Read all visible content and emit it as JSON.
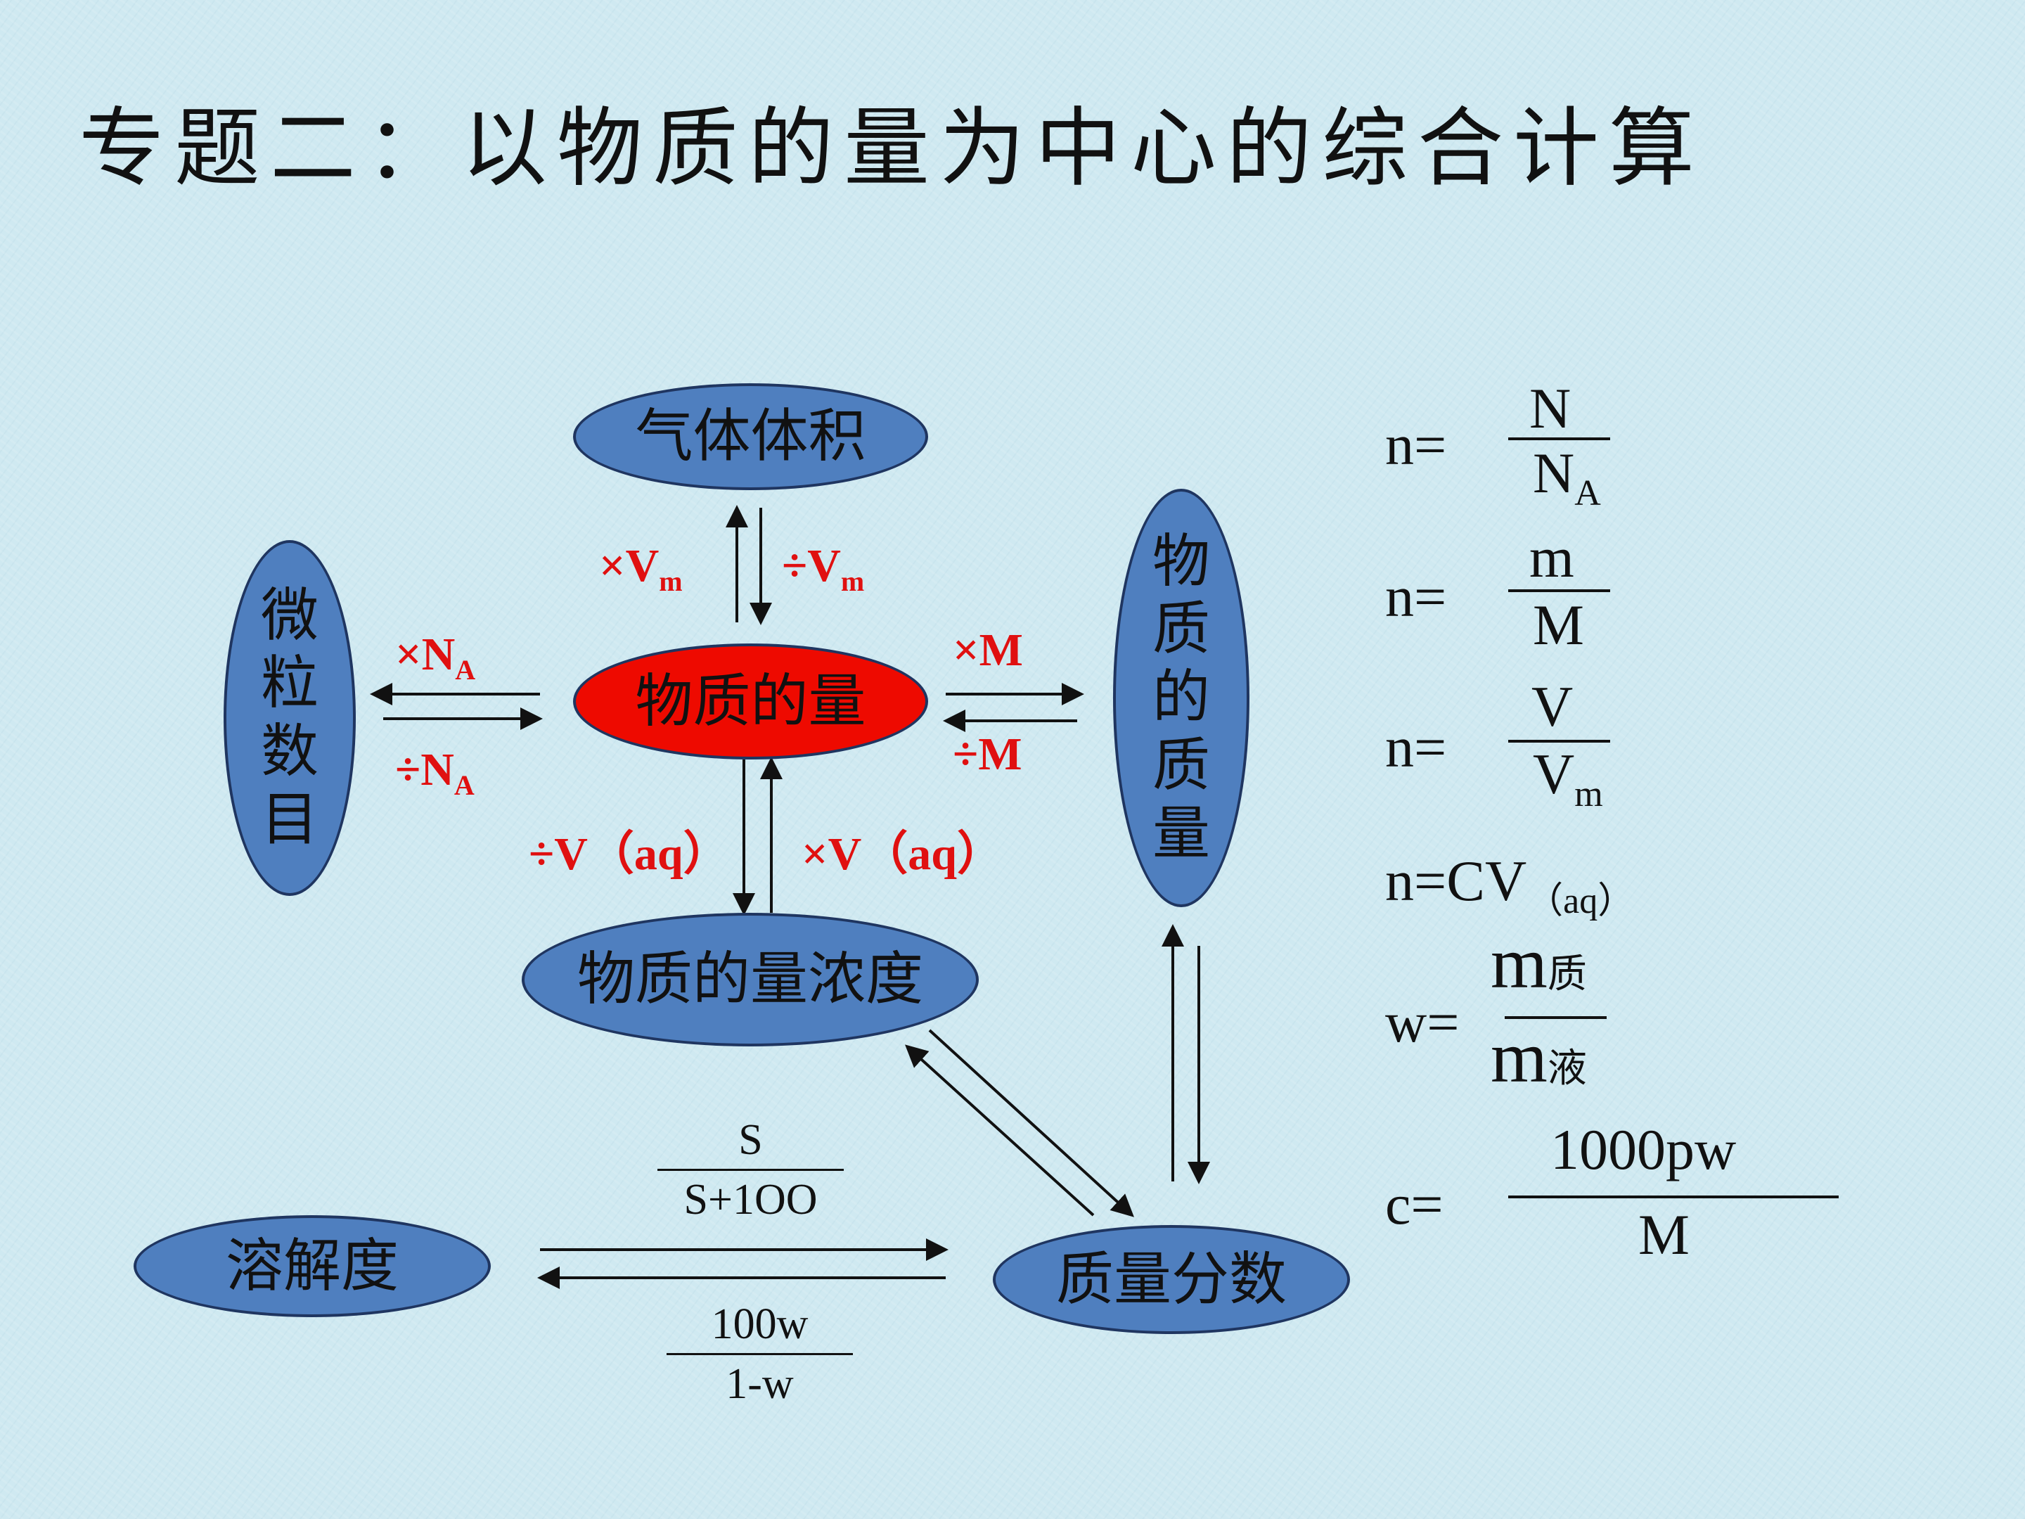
{
  "title": "专题二：以物质的量为中心的综合计算",
  "nodes": {
    "gas_volume": "气体体积",
    "particle_count": [
      "微",
      "粒",
      "数",
      "目"
    ],
    "amount": "物质的量",
    "mass": [
      "物",
      "质",
      "的",
      "质",
      "量"
    ],
    "molar_concentration": "物质的量浓度",
    "solubility": "溶解度",
    "mass_fraction": "质量分数"
  },
  "arrow_labels": {
    "times_vm": "×V",
    "div_vm": "÷V",
    "vm_sub": "m",
    "times_na": "×N",
    "div_na": "÷N",
    "na_sub": "A",
    "times_m": "×M",
    "div_m": "÷M",
    "div_vaq": "÷V（aq）",
    "times_vaq": "×V（aq）"
  },
  "conversion": {
    "top_num": "S",
    "top_den": "S+1OO",
    "bottom_num": "100w",
    "bottom_den": "1-w"
  },
  "formulas": {
    "f1": {
      "lhs": "n=",
      "num": "N",
      "den": "N",
      "den_sub": "A"
    },
    "f2": {
      "lhs": "n=",
      "num": "m",
      "den": "M"
    },
    "f3": {
      "lhs": "n=",
      "num": "V",
      "den": "V",
      "den_sub": "m"
    },
    "f4": {
      "text": "n=CV",
      "sub": "（aq）"
    },
    "f5": {
      "lhs": "w=",
      "num": "m",
      "num_sub": "质",
      "den": "m",
      "den_sub": "液"
    },
    "f6": {
      "lhs": "c=",
      "num": "1000pw",
      "den": "M"
    }
  },
  "colors": {
    "node_fill": "#4f7fbf",
    "center_fill": "#ee0a00",
    "label_red": "#e01010",
    "background": "#cfe9f1"
  }
}
